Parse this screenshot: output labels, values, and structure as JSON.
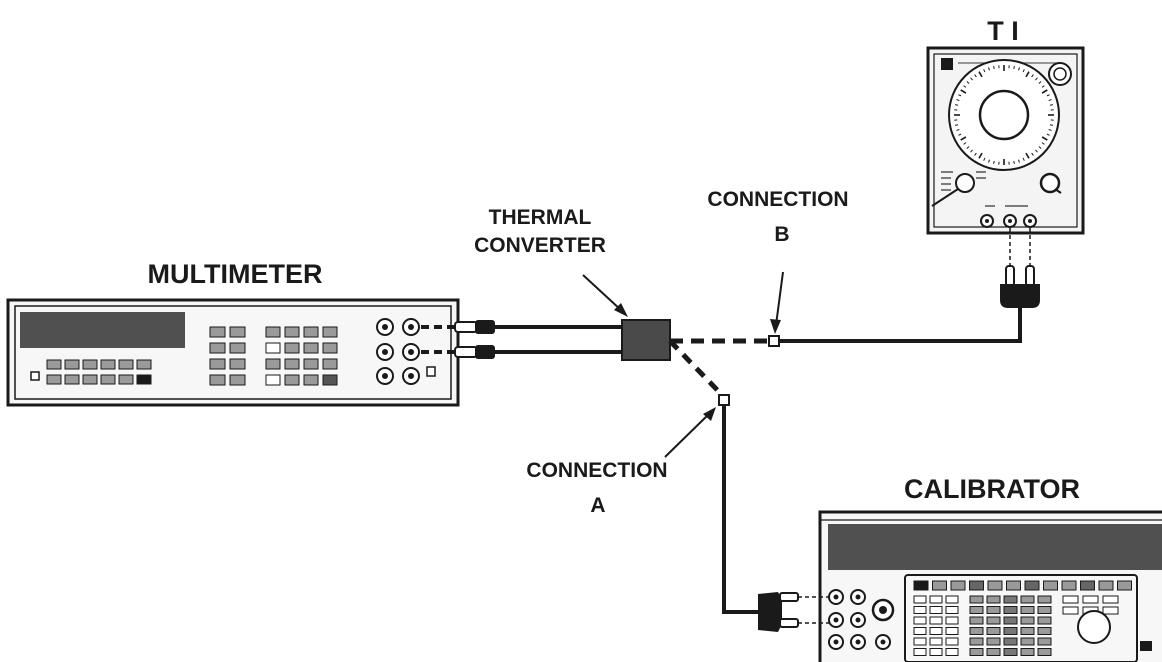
{
  "labels": {
    "multimeter": "MULTIMETER",
    "thermal_converter_line1": "THERMAL",
    "thermal_converter_line2": "CONVERTER",
    "connection_b_line1": "CONNECTION",
    "connection_b_line2": "B",
    "connection_a_line1": "CONNECTION",
    "connection_a_line2": "A",
    "ti": "T I",
    "calibrator": "CALIBRATOR"
  },
  "colors": {
    "ink": "#1a1a1a",
    "display": "#505050",
    "key_fill": "#9a9a9a",
    "panel_bg": "#f4f4f4"
  }
}
